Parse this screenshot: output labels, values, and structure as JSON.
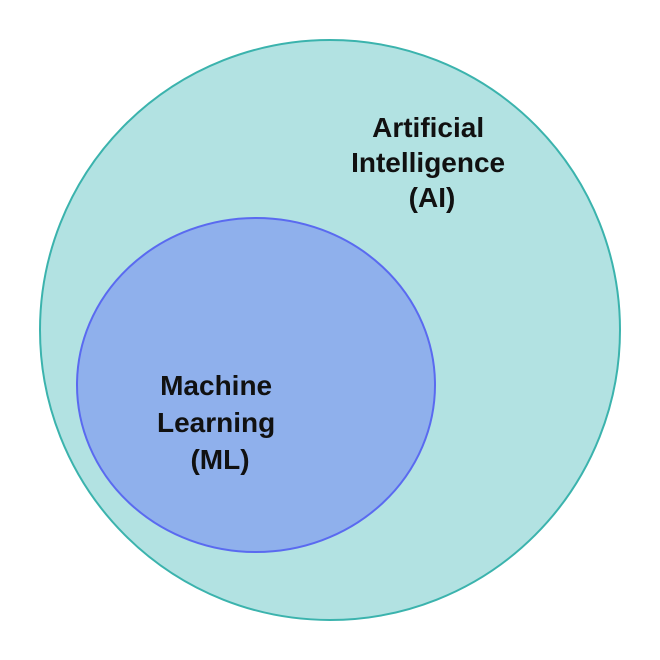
{
  "diagram": {
    "outer": {
      "label_lines": [
        "Artificial",
        "Intelligence",
        "(AI)"
      ],
      "fill": "#b2e2e2",
      "stroke": "#3bb3ad"
    },
    "inner": {
      "label_lines": [
        "Machine",
        "Learning",
        "(ML)"
      ],
      "fill": "#8fb0ec",
      "stroke": "#5a6af0"
    }
  }
}
